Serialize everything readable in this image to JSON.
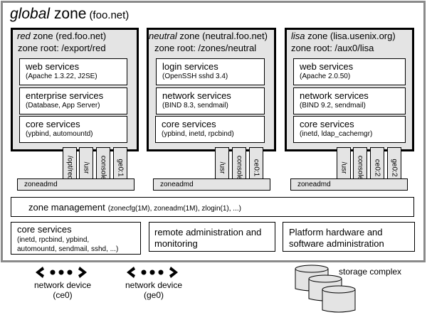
{
  "global": {
    "title_italic": "global",
    "title_rest": " zone",
    "domain": "(foo.net)"
  },
  "zones": [
    {
      "name_italic": "red",
      "name_rest": " zone (red.foo.net)",
      "root": "zone root: /export/red",
      "services": [
        {
          "title": "web services",
          "detail": "(Apache 1.3.22, J2SE)"
        },
        {
          "title": "enterprise services",
          "detail": "(Database, App Server)"
        },
        {
          "title": "core services",
          "detail": "(ypbind, automountd)"
        }
      ],
      "mounts": [
        "/opt/red",
        "/usr",
        "console",
        "ge0:1"
      ],
      "daemon": "zoneadmd"
    },
    {
      "name_italic": "neutral",
      "name_rest": " zone (neutral.foo.net)",
      "root": "zone root: /zones/neutral",
      "services": [
        {
          "title": "login services",
          "detail": "(OpenSSH sshd 3.4)"
        },
        {
          "title": "network services",
          "detail": "(BIND 8.3, sendmail)"
        },
        {
          "title": "core services",
          "detail": "(ypbind, inetd, rpcbind)"
        }
      ],
      "mounts": [
        "/usr",
        "console",
        "ce0:1"
      ],
      "daemon": "zoneadmd"
    },
    {
      "name_italic": "lisa",
      "name_rest": " zone (lisa.usenix.org)",
      "root": "zone root: /aux0/lisa",
      "services": [
        {
          "title": "web services",
          "detail": "(Apache 2.0.50)"
        },
        {
          "title": "network services",
          "detail": "(BIND 9.2, sendmail)"
        },
        {
          "title": "core services",
          "detail": "(inetd, ldap_cachemgr)"
        }
      ],
      "mounts": [
        "/usr",
        "console",
        "ce0:2",
        "ge0:2"
      ],
      "daemon": "zoneadmd"
    }
  ],
  "zone_management": {
    "title": "zone management",
    "detail": "(zonecfg(1M), zoneadm(1M), zlogin(1), ...)"
  },
  "bottom_boxes": [
    {
      "title": "core services",
      "detail_lines": [
        "(inetd, rpcbind, ypbind,",
        "automountd, sendmail, sshd, ...)"
      ]
    },
    {
      "title_lines": [
        "remote administration and",
        "monitoring"
      ]
    },
    {
      "title_lines": [
        "Platform hardware and",
        "software administration"
      ]
    }
  ],
  "network_devices": [
    {
      "label": "network device",
      "id": "(ce0)",
      "icon": "network-device-icon"
    },
    {
      "label": "network device",
      "id": "(ge0)",
      "icon": "network-device-icon"
    }
  ],
  "storage": {
    "label": "storage complex",
    "icon": "disk-stack-icon"
  }
}
